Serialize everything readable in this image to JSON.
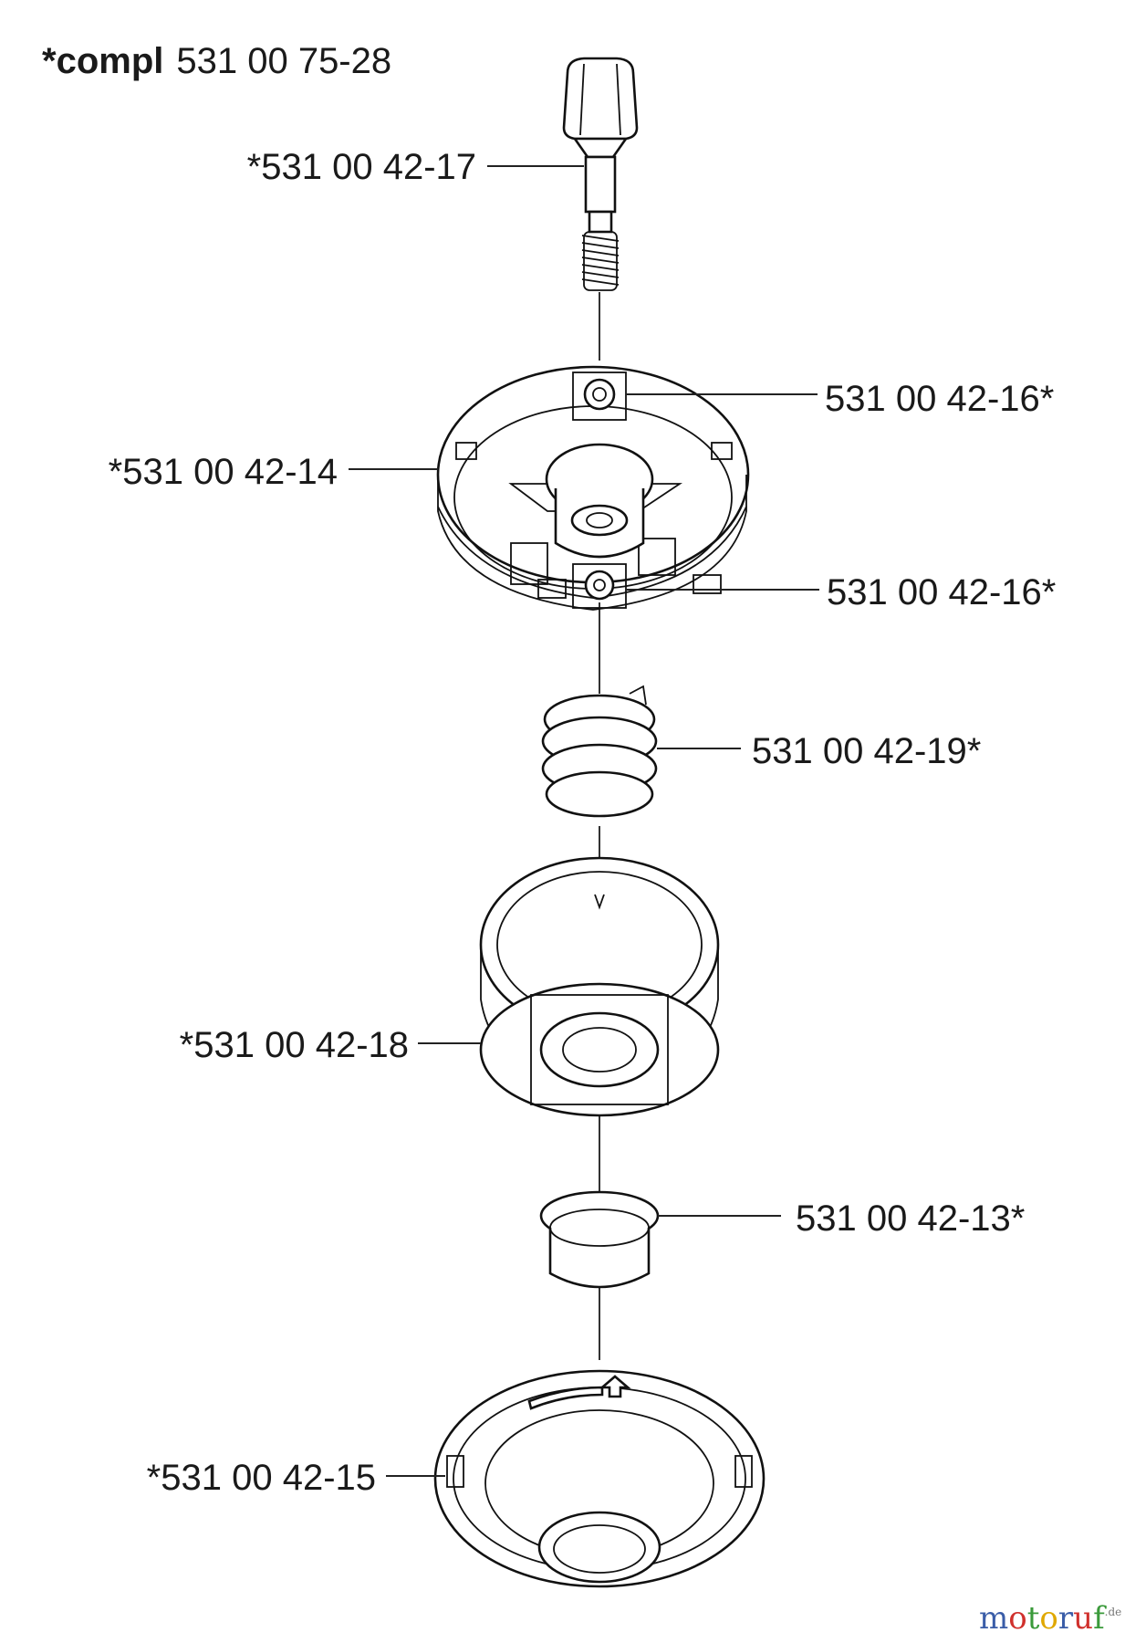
{
  "title": {
    "bold": "*compl",
    "number": "531 00 75-28"
  },
  "labels": {
    "p17": "*531 00 42-17",
    "p16_top": "531 00 42-16*",
    "p14": "*531 00 42-14",
    "p16_bottom": "531 00 42-16*",
    "p19": "531 00 42-19*",
    "p18": "*531 00 42-18",
    "p13": "531 00 42-13*",
    "p15": "*531 00 42-15"
  },
  "watermark": {
    "letters": [
      "m",
      "o",
      "t",
      "o",
      "r",
      "u",
      "f"
    ],
    "suffix": ".de",
    "colors": [
      "#3a5da8",
      "#d0312d",
      "#3a9a3a",
      "#e0a800",
      "#3a5da8",
      "#d0312d",
      "#3a9a3a"
    ]
  }
}
